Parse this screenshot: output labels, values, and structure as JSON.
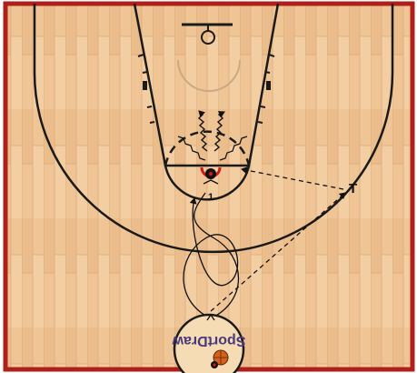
{
  "diagram": {
    "player_label": "1",
    "coach_label": "T",
    "logo_text": "SportDraw"
  },
  "colors": {
    "border": "#b0201a",
    "court_line": "#1a1a1a",
    "floor_light": "#f0c89a",
    "floor_mid": "#e6b684",
    "floor_dark": "#d9a170",
    "accent_red": "#d01818",
    "ball": "#d4601a"
  },
  "icons": [
    "basketball-icon",
    "player-marker-icon",
    "coach-marker-icon"
  ]
}
